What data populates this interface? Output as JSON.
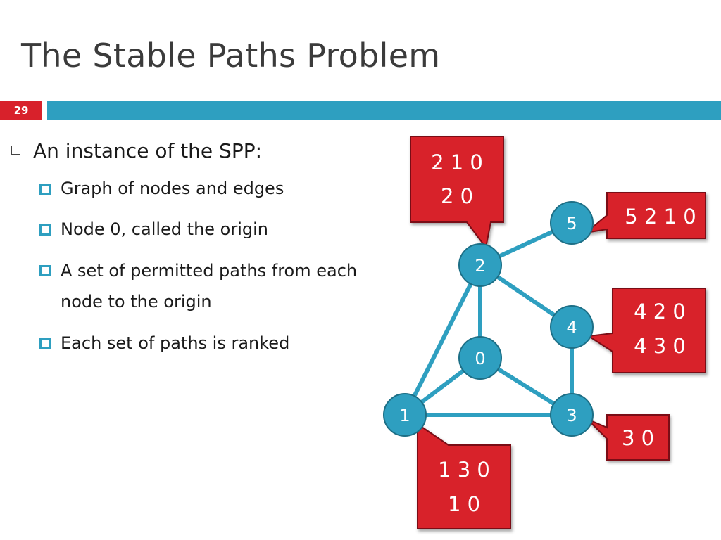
{
  "slide": {
    "title": "The Stable Paths Problem",
    "number": "29"
  },
  "bullets": {
    "main": "An instance of the SPP:",
    "subs": [
      "Graph of nodes and edges",
      "Node 0, called the origin",
      "A set of permitted paths from each node to the origin",
      "Each set of paths is ranked"
    ]
  },
  "colors": {
    "accent": "#2e9fc0",
    "callout": "#d8212b",
    "slide_number_bg": "#d8212b"
  },
  "graph": {
    "nodes": [
      "5",
      "2",
      "4",
      "0",
      "1",
      "3"
    ],
    "edges": [
      [
        "2",
        "5"
      ],
      [
        "2",
        "4"
      ],
      [
        "2",
        "0"
      ],
      [
        "2",
        "1"
      ],
      [
        "0",
        "1"
      ],
      [
        "0",
        "3"
      ],
      [
        "1",
        "3"
      ],
      [
        "4",
        "3"
      ]
    ],
    "paths": {
      "node2": [
        "2 1 0",
        "2 0"
      ],
      "node5": [
        "5 2 1 0"
      ],
      "node4": [
        "4 2 0",
        "4 3 0"
      ],
      "node3": [
        "3 0"
      ],
      "node1": [
        "1 3 0",
        "1 0"
      ]
    }
  }
}
